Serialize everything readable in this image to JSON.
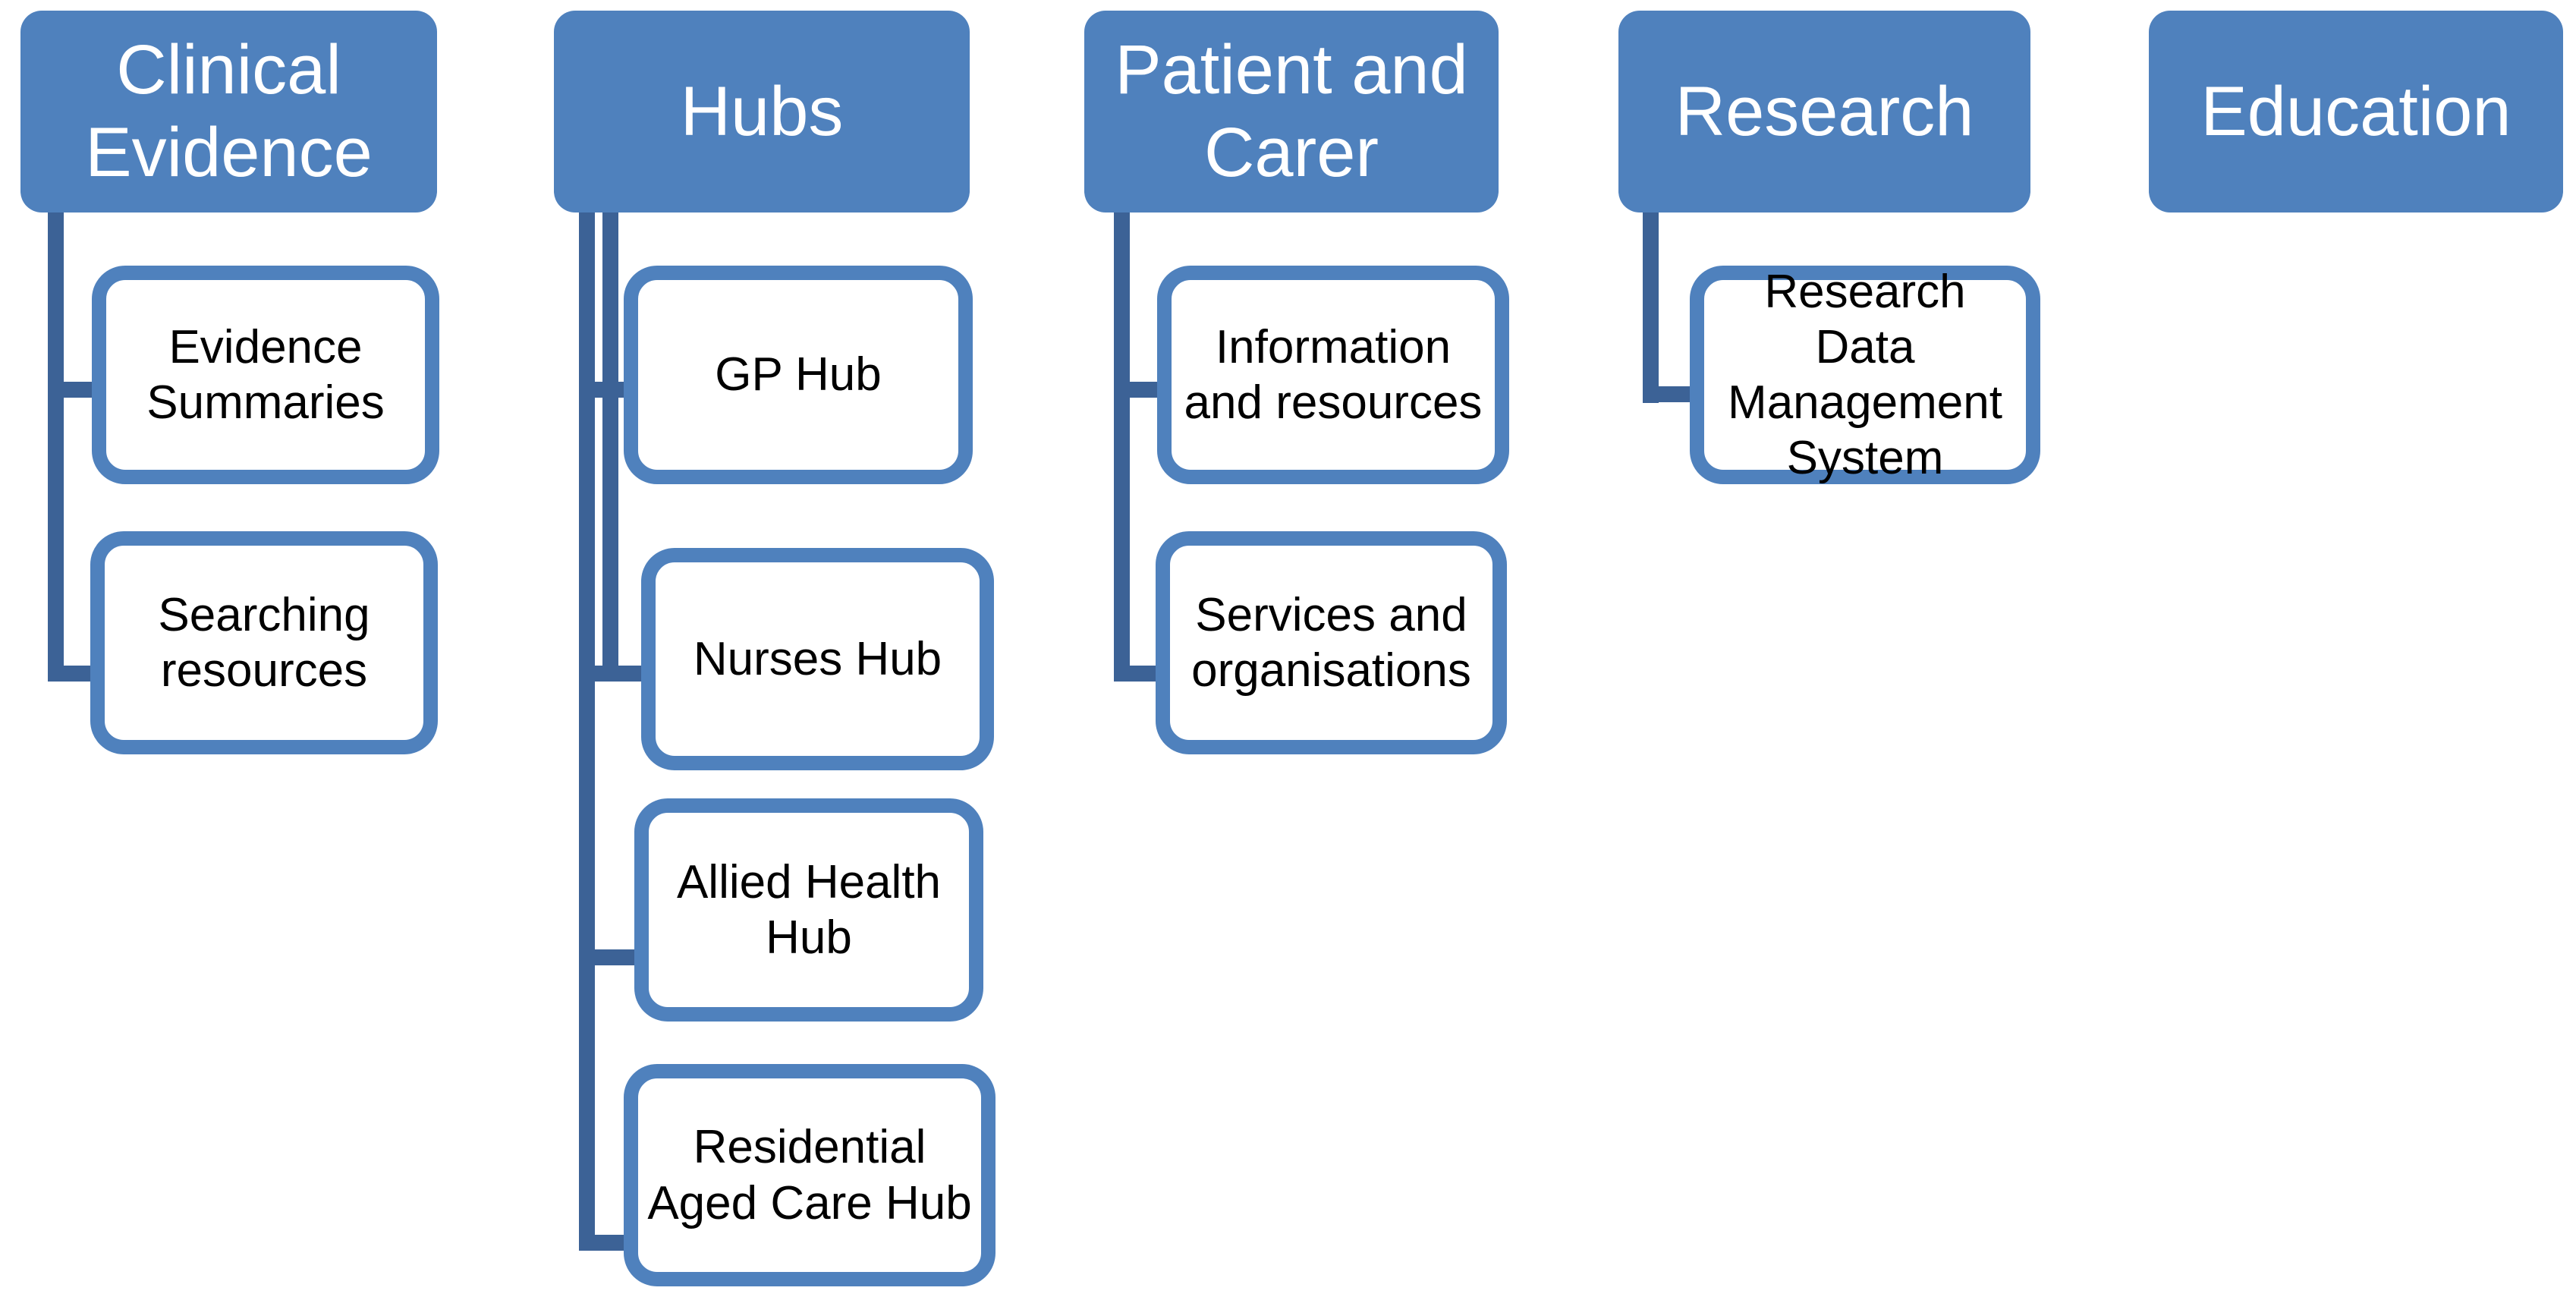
{
  "diagram": {
    "type": "hierarchy-chart",
    "colors": {
      "background": "#ffffff",
      "parent_fill": "#4f81bd",
      "parent_text": "#ffffff",
      "child_fill": "#ffffff",
      "child_border": "#4f81bd",
      "child_text": "#000000",
      "connector": "#3c6296"
    },
    "columns": [
      {
        "parent": {
          "label": "Clinical\nEvidence"
        },
        "children": [
          {
            "label": "Evidence\nSummaries"
          },
          {
            "label": "Searching\nresources"
          }
        ]
      },
      {
        "parent": {
          "label": "Hubs"
        },
        "children": [
          {
            "label": "GP Hub"
          },
          {
            "label": "Nurses Hub"
          },
          {
            "label": "Allied Health\nHub"
          },
          {
            "label": "Residential\nAged Care Hub"
          }
        ]
      },
      {
        "parent": {
          "label": "Patient and\nCarer"
        },
        "children": [
          {
            "label": "Information\nand resources"
          },
          {
            "label": "Services and\norganisations"
          }
        ]
      },
      {
        "parent": {
          "label": "Research"
        },
        "children": [
          {
            "label": "Research Data\nManagement\nSystem"
          }
        ]
      },
      {
        "parent": {
          "label": "Education"
        },
        "children": []
      }
    ]
  }
}
